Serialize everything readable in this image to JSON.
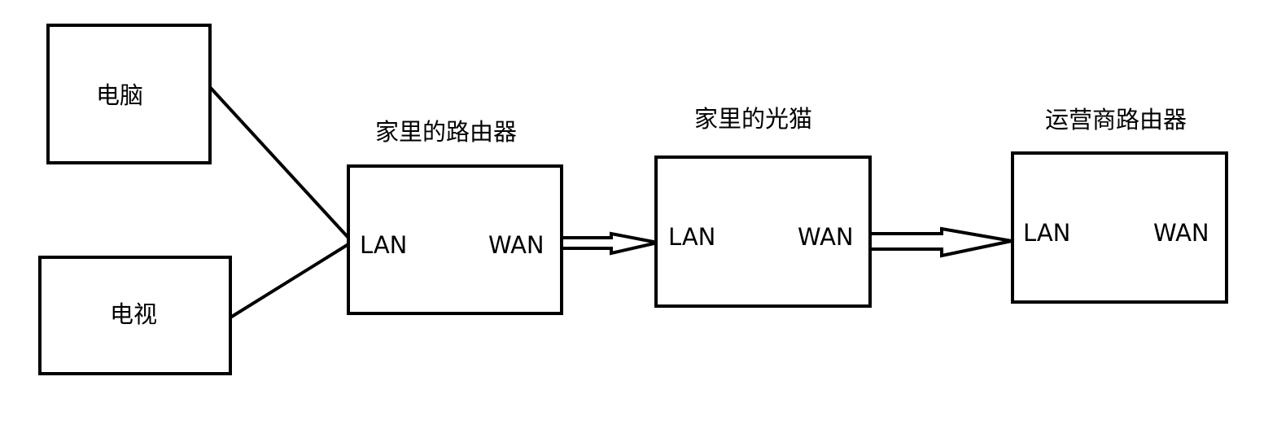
{
  "devices": {
    "pc": {
      "label": "电脑"
    },
    "tv": {
      "label": "电视"
    }
  },
  "nodes": {
    "home_router": {
      "title": "家里的路由器",
      "lan": "LAN",
      "wan": "WAN"
    },
    "home_modem": {
      "title": "家里的光猫",
      "lan": "LAN",
      "wan": "WAN"
    },
    "isp_router": {
      "title": "运营商路由器",
      "lan": "LAN",
      "wan": "WAN"
    }
  },
  "colors": {
    "stroke": "#000000",
    "background": "#ffffff"
  }
}
